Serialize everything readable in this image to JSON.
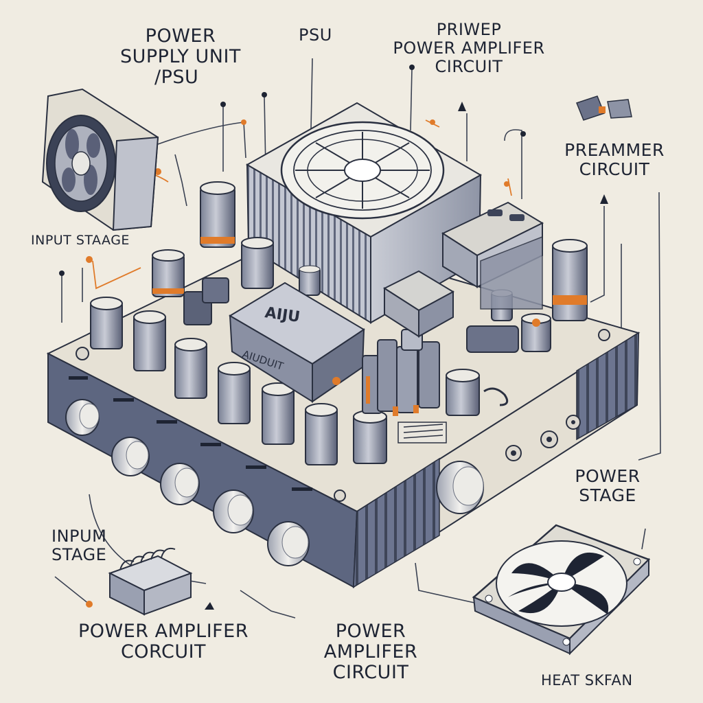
{
  "labels": {
    "power_supply_unit": {
      "line1": "POWER",
      "line2": "SUPPLY UNIT",
      "line3": "/PSU"
    },
    "psu": "PSU",
    "power_amplifier_top": {
      "line1": "PRIWEP",
      "line2": "POWER AMPLIFER",
      "line3": "CIRCUIT"
    },
    "preamplifier": {
      "line1": "PREAMMER",
      "line2": "CIRCUIT"
    },
    "input_stage_left": "INPUT STAAGE",
    "power_stage": {
      "line1": "POWER",
      "line2": "STAGE"
    },
    "input_stage_bottom": {
      "line1": "INPUM",
      "line2": "STAGE"
    },
    "power_amplifier_bottom_left": {
      "line1": "POWER AMPLIFER",
      "line2": "CORCUIT"
    },
    "power_amplifier_bottom_center": {
      "line1": "POWER",
      "line2": "AMPLIFER",
      "line3": "CIRCUIT"
    },
    "heat_sink_fan": "HEAT SKFAN"
  },
  "module_text": {
    "chip_top": "AIJU",
    "chip_front": "AIUDUIT"
  },
  "colors": {
    "background": "#f0ece2",
    "line": "#1e2433",
    "chassis_front": "#565f78",
    "chassis_top": "#e6e1d5",
    "accent": "#e07b2a"
  },
  "icons": [
    "fan-icon",
    "heatsink-icon",
    "knob-icon",
    "capacitor-icon",
    "transistor-icon",
    "arrow-up-icon",
    "arrow-dot-icon"
  ]
}
